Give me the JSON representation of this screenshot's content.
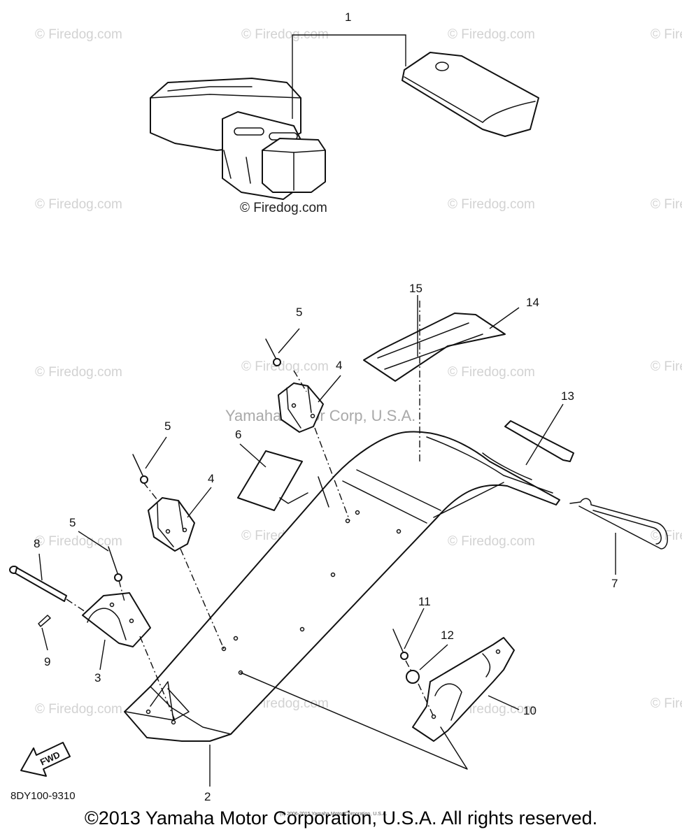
{
  "watermark": "© Firedog.com",
  "center_watermark": "Yamaha Motor Corp, U.S.A.",
  "callouts": [
    "1",
    "2",
    "3",
    "4",
    "4",
    "5",
    "5",
    "5",
    "6",
    "7",
    "8",
    "9",
    "10",
    "11",
    "12",
    "13",
    "14",
    "15"
  ],
  "diagram_code": "8DY100-9310",
  "fwd_label": "FWD",
  "small_print": "(c) 2006-2015 Yamaha Motor Corporation, U.S.A.",
  "copyright": "©2013 Yamaha Motor Corporation, U.S.A. All rights reserved."
}
